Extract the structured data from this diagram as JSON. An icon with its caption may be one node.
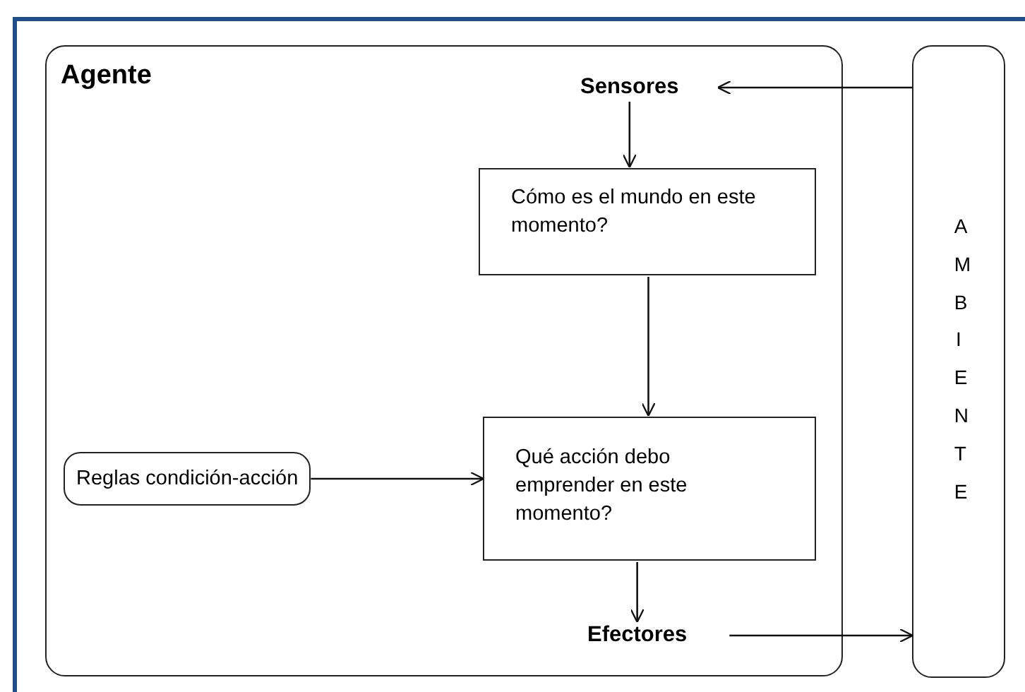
{
  "diagram": {
    "nodes": [
      {
        "text": [
          "Agente"
        ]
      },
      {
        "text": [
          "Sensores"
        ],
        "in": 0
      },
      {
        "text": [
          "Cómo es el mundo en este momento?"
        ],
        "in": 0
      },
      {
        "text": [
          "Reglas condición-acción"
        ],
        "in": 0
      },
      {
        "text": [
          "Qué acción debo emprender en este momento?"
        ],
        "in": 0
      },
      {
        "text": [
          "Efectores"
        ],
        "in": 0
      },
      {
        "text": [
          "AMBIENTE"
        ]
      }
    ],
    "edges": [
      {
        "from": 6,
        "to": 1,
        "arrow": "to"
      },
      {
        "from": 1,
        "to": 2,
        "arrow": "to"
      },
      {
        "from": 2,
        "to": 4,
        "arrow": "to"
      },
      {
        "from": 3,
        "to": 4,
        "arrow": "to"
      },
      {
        "from": 4,
        "to": 5,
        "arrow": "to"
      },
      {
        "from": 5,
        "to": 6,
        "arrow": "to"
      }
    ]
  }
}
